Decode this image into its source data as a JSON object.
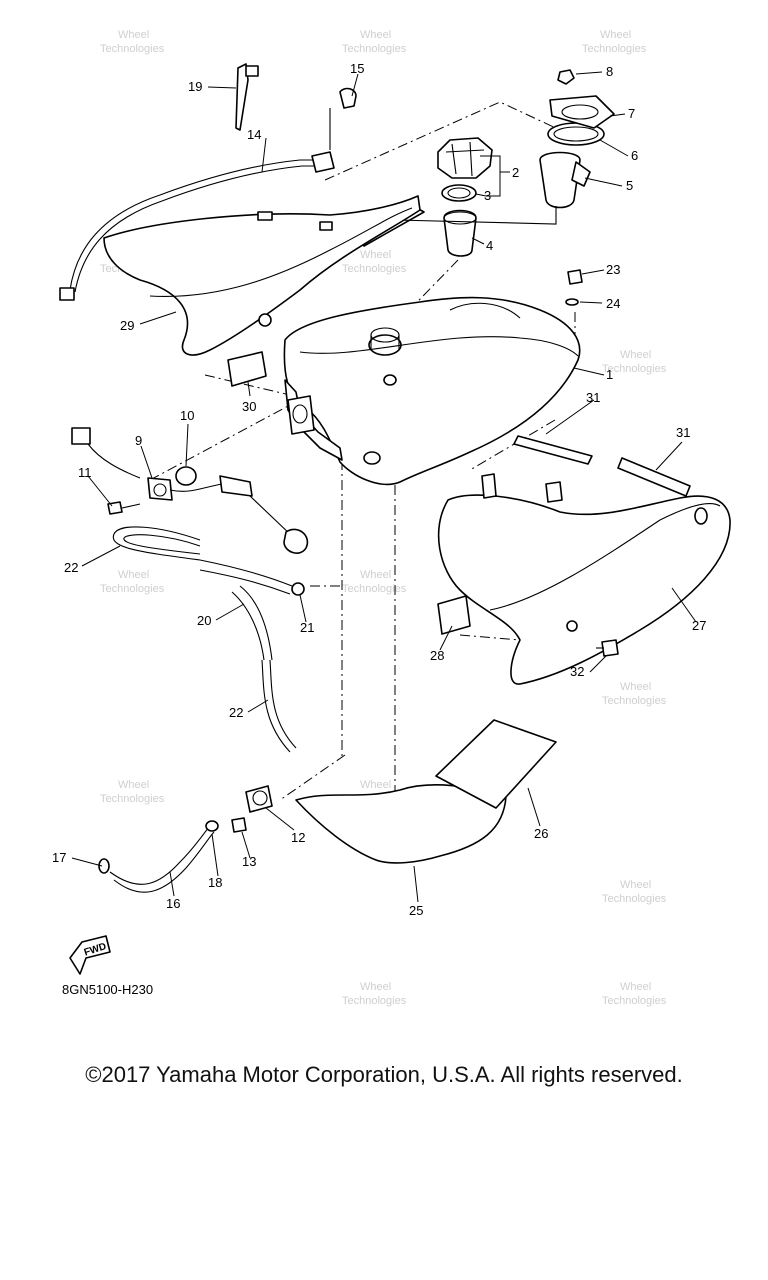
{
  "diagram": {
    "code": "8GN5100-H230",
    "direction_badge": "FWD",
    "watermark_line1": "Wheel",
    "watermark_line2": "Technologies",
    "callouts": {
      "c1": "1",
      "c2": "2",
      "c3": "3",
      "c4": "4",
      "c5": "5",
      "c6": "6",
      "c7": "7",
      "c8": "8",
      "c9": "9",
      "c10": "10",
      "c11": "11",
      "c12": "12",
      "c13": "13",
      "c14": "14",
      "c15": "15",
      "c16": "16",
      "c17": "17",
      "c18": "18",
      "c19": "19",
      "c20": "20",
      "c21": "21",
      "c22a": "22",
      "c22b": "22",
      "c23": "23",
      "c24": "24",
      "c25": "25",
      "c26": "26",
      "c27": "27",
      "c28": "28",
      "c29": "29",
      "c30": "30",
      "c31a": "31",
      "c31b": "31",
      "c32": "32"
    }
  },
  "footer": {
    "copyright": "©2017 Yamaha Motor Corporation, U.S.A. All rights reserved."
  }
}
